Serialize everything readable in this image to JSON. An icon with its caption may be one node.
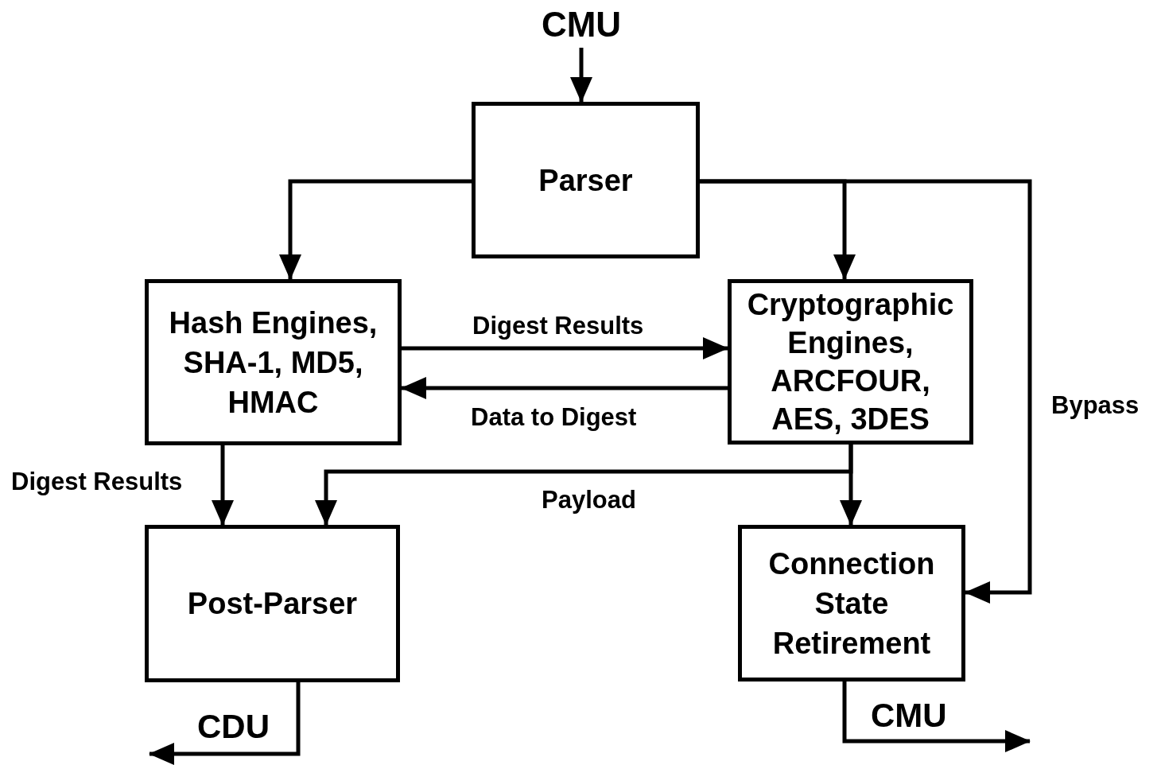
{
  "diagram": {
    "nodes": [
      {
        "text": [
          "CMU"
        ]
      },
      {
        "text": [
          "Parser"
        ]
      },
      {
        "text": [
          "Hash Engines, SHA-1, MD5, HMAC"
        ]
      },
      {
        "text": [
          "Cryptographic Engines, ARCFOUR, AES, 3DES"
        ]
      },
      {
        "text": [
          "Post-Parser"
        ]
      },
      {
        "text": [
          "Connection State Retirement"
        ]
      }
    ],
    "edges": [
      {
        "from": 0,
        "to": 1,
        "arrow": "to"
      },
      {
        "from": 1,
        "to": 2,
        "arrow": "to"
      },
      {
        "from": 1,
        "to": 3,
        "arrow": "to"
      },
      {
        "from": 1,
        "to": 5,
        "arrow": "to",
        "label": "Bypass"
      },
      {
        "from": 2,
        "to": 3,
        "arrow": "to",
        "label": "Digest Results"
      },
      {
        "from": 3,
        "to": 2,
        "arrow": "to",
        "label": "Data to Digest"
      },
      {
        "from": 2,
        "to": 4,
        "arrow": "to",
        "label": "Digest Results"
      },
      {
        "from": 3,
        "to": 4,
        "arrow": "to",
        "label": "Payload"
      },
      {
        "from": 3,
        "to": 5,
        "arrow": "to"
      },
      {
        "from": 4,
        "to": null,
        "arrow": "to",
        "label": "CDU"
      },
      {
        "from": 5,
        "to": null,
        "arrow": "to",
        "label": "CMU"
      }
    ]
  }
}
